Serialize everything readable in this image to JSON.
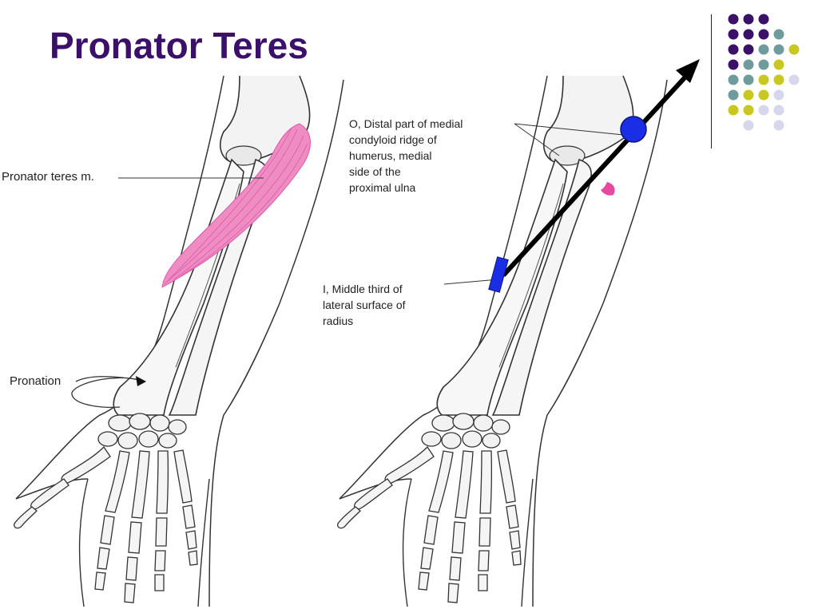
{
  "title": "Pronator Teres",
  "labels": {
    "muscle": "Pronator teres m.",
    "pronation": "Pronation",
    "origin": "O, Distal part of medial\n     condyloid ridge of\n     humerus, medial\n     side of the\n     proximal ulna",
    "insertion": "I, Middle third of\n   lateral surface of\n   radius"
  },
  "colors": {
    "title": "#3b1068",
    "muscle": "#f08cc4",
    "origin_marker": "#1a2ee6",
    "insertion_marker": "#1a2ee6",
    "arrow": "#000000",
    "dot_purple": "#3b1068",
    "dot_teal": "#6e9c9c",
    "dot_olive": "#c8c81e",
    "dot_lavender": "#d6d6ec"
  },
  "dot_grid": [
    [
      "purple",
      "purple",
      "purple",
      "none"
    ],
    [
      "purple",
      "purple",
      "purple",
      "teal"
    ],
    [
      "purple",
      "purple",
      "teal",
      "teal",
      "olive"
    ],
    [
      "purple",
      "teal",
      "teal",
      "olive",
      "none"
    ],
    [
      "teal",
      "teal",
      "olive",
      "olive",
      "lavender"
    ],
    [
      "teal",
      "olive",
      "olive",
      "lavender",
      "none"
    ],
    [
      "olive",
      "olive",
      "lavender",
      "lavender",
      "none"
    ],
    [
      "none",
      "lavender",
      "none",
      "lavender",
      "none"
    ]
  ],
  "icons": {
    "pronation_arrow": "curved-arrow-icon"
  }
}
